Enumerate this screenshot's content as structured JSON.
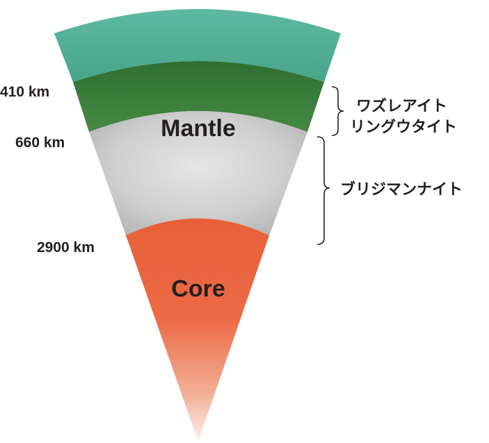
{
  "depths": {
    "d410": "410 km",
    "d660": "660 km",
    "d2900": "2900 km"
  },
  "layers": {
    "mantle": "Mantle",
    "core": "Core"
  },
  "minerals": {
    "wadsleyite": "ワズレアイト",
    "ringwoodite": "リングウタイト",
    "bridgmanite": "ブリジマンナイト"
  },
  "colors": {
    "crust": "#5bb59c",
    "transition_zone": "#3b7a3c",
    "mantle": "#c4c4c4",
    "core": "#e9603a",
    "text": "#231f20"
  }
}
